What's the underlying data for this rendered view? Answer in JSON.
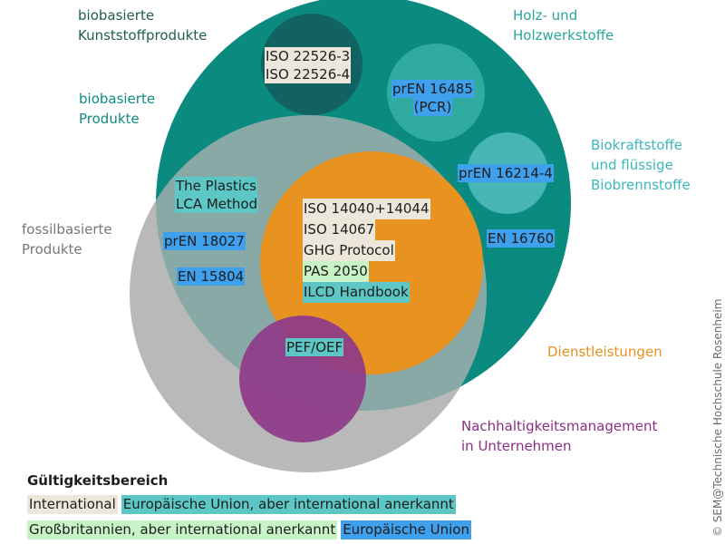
{
  "colors": {
    "biobased": "#0b8a7f",
    "fossil": "#b3b3b3",
    "services": "#e89220",
    "sustainability": "#8e3b89",
    "plastics_circle": "#13595a",
    "wood_circle": "#37b3a6",
    "biofuel_circle": "#55bfc2"
  },
  "labels": {
    "biobased_plastics": [
      "biobasierte",
      "Kunststoffprodukte"
    ],
    "wood": [
      "Holz- und",
      "Holzwerkstoffe"
    ],
    "biobased_products": [
      "biobasierte",
      "Produkte"
    ],
    "biofuels": [
      "Biokraftstoffe",
      "und flüssige",
      "Biobrennstoffe"
    ],
    "fossil_products": [
      "fossilbasierte",
      "Produkte"
    ],
    "services": "Dienstleistungen",
    "sustainability": [
      "Nachhaltigkeitsmanagement",
      "in Unternehmen"
    ]
  },
  "standards": {
    "iso_22526_3": "ISO 22526-3",
    "iso_22526_4": "ISO 22526-4",
    "pren_16485_a": "prEN 16485",
    "pren_16485_b": "(PCR)",
    "pren_16214_4": "prEN 16214-4",
    "en_16760": "EN 16760",
    "plastics_lca_a": "The Plastics",
    "plastics_lca_b": "LCA Method",
    "pren_18027": "prEN 18027",
    "en_15804": "EN 15804",
    "iso_14040": "ISO 14040+14044",
    "iso_14067": "ISO 14067",
    "ghg_protocol": "GHG Protocol",
    "pas_2050": "PAS 2050",
    "ilcd": "ILCD Handbook",
    "pef_oef": "PEF/OEF"
  },
  "legend": {
    "title": "Gültigkeitsbereich",
    "international": "International",
    "eu_international": "Europäische Union, aber international anerkannt",
    "uk_international": "Großbritannien, aber international anerkannt",
    "eu": "Europäische Union"
  },
  "copyright": "© SEM@Technische Hochschule Rosenheim"
}
